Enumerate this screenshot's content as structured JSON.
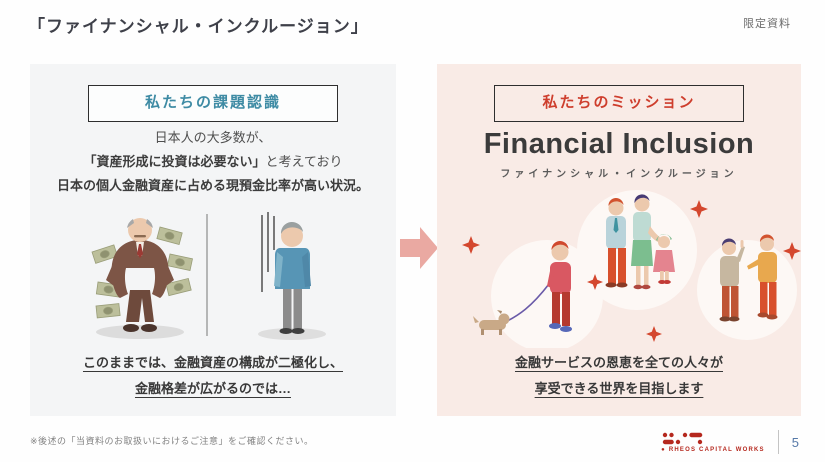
{
  "header": {
    "title": "「ファイナンシャル・インクルージョン」",
    "classification": "限定資料"
  },
  "left": {
    "heading": "私たちの課題認識",
    "body1": "日本人の大多数が、",
    "body2_strong": "「資産形成に投資は必要ない」",
    "body2_rest": "と考えており",
    "body3": "日本の個人金融資産に占める現預金比率が高い状況。",
    "conclusion1": "このままでは、金融資産の構成が二極化し、",
    "conclusion2": "金融格差が広がるのでは…"
  },
  "right": {
    "heading": "私たちのミッション",
    "title_en": "Financial Inclusion",
    "title_ja": "ファイナンシャル・インクルージョン",
    "conclusion1": "金融サービスの恩恵を全ての人々が",
    "conclusion2": "享受できる世界を目指します"
  },
  "footer": {
    "note": "※後述の「当資料のお取扱いにおけるご注意」をご確認ください。",
    "logo_text": "RHEOS CAPITAL WORKS",
    "page_number": "5"
  },
  "illustrations": {
    "left": [
      "money-bills-icon",
      "wealthy-man-icon",
      "divider-line",
      "gloom-lines-icon",
      "dejected-man-icon"
    ],
    "right": [
      "sparkle-icon",
      "dog-walker-icon",
      "family-icon",
      "two-people-talking-icon"
    ],
    "arrow": "right-block-arrow-icon",
    "logo": "rheos-dot-matrix-logo"
  },
  "colors": {
    "left_accent": "#3e8ba4",
    "right_accent": "#ce3e2d",
    "left_panel_bg": "#f4f5f6",
    "right_panel_bg": "#f9ebe6",
    "arrow_pink": "#eaa9a2",
    "sparkle_red": "#d4472e",
    "logo_red": "#b5281e",
    "page_number_blue": "#5679a8"
  }
}
